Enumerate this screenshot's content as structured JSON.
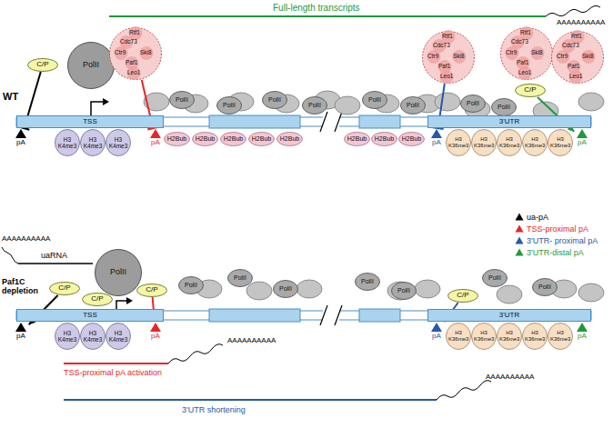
{
  "diagram": {
    "nodes": [
      {
        "text": [
          "C/P"
        ]
      },
      {
        "text": [
          "PolII"
        ]
      },
      {
        "text": [
          "Rtf1",
          "Cdc73",
          "Ctr9",
          "Ski8",
          "Paf1",
          "Leo1"
        ]
      },
      {
        "text": [
          "Rtf1",
          "Cdc73",
          "Ctr9",
          "Ski8",
          "Paf1",
          "Leo1"
        ]
      },
      {
        "text": [
          "Rtf1",
          "Cdc73",
          "Ctr9",
          "Ski8",
          "Paf1",
          "Leo1"
        ]
      },
      {
        "text": [
          "Rtf1",
          "Cdc73",
          "Ctr9",
          "Ski8",
          "Paf1",
          "Leo1"
        ]
      },
      {
        "text": [
          "C/P"
        ]
      },
      {
        "text": [
          "PolII"
        ]
      },
      {
        "text": [
          "PolII"
        ]
      },
      {
        "text": [
          "PolII"
        ]
      },
      {
        "text": [
          "PolII"
        ]
      },
      {
        "text": [
          "PolII"
        ]
      },
      {
        "text": [
          "PolII"
        ]
      },
      {
        "text": [
          "PolII"
        ]
      },
      {
        "text": [
          "PolII"
        ]
      },
      {
        "text": [
          "TSS"
        ]
      },
      {
        "text": [
          "3'UTR"
        ]
      },
      {
        "text": [
          "pA"
        ]
      },
      {
        "text": [
          "H3 K4me3"
        ]
      },
      {
        "text": [
          "H3 K4me3"
        ]
      },
      {
        "text": [
          "H3 K4me3"
        ]
      },
      {
        "text": [
          "pA"
        ]
      },
      {
        "text": [
          "H2Bub"
        ]
      },
      {
        "text": [
          "H2Bub"
        ]
      },
      {
        "text": [
          "H2Bub"
        ]
      },
      {
        "text": [
          "H2Bub"
        ]
      },
      {
        "text": [
          "H2Bub"
        ]
      },
      {
        "text": [
          "H2Bub"
        ]
      },
      {
        "text": [
          "H2Bub"
        ]
      },
      {
        "text": [
          "H2Bub"
        ]
      },
      {
        "text": [
          "pA"
        ]
      },
      {
        "text": [
          "H3 K36me3"
        ]
      },
      {
        "text": [
          "H3 K36me3"
        ]
      },
      {
        "text": [
          "H3 K36me3"
        ]
      },
      {
        "text": [
          "H3 K36me3"
        ]
      },
      {
        "text": [
          "H3 K36me3"
        ]
      },
      {
        "text": [
          "pA"
        ]
      },
      {
        "text": [
          "PolII"
        ]
      },
      {
        "text": [
          "C/P"
        ]
      },
      {
        "text": [
          "C/P"
        ]
      },
      {
        "text": [
          "C/P"
        ]
      },
      {
        "text": [
          "PolII"
        ]
      },
      {
        "text": [
          "PolII"
        ]
      },
      {
        "text": [
          "PolII"
        ]
      },
      {
        "text": [
          "PolII"
        ]
      },
      {
        "text": [
          "PolII"
        ]
      },
      {
        "text": [
          "PolII"
        ]
      },
      {
        "text": [
          "PolII"
        ]
      },
      {
        "text": [
          "C/P"
        ]
      },
      {
        "text": [
          "TSS"
        ]
      },
      {
        "text": [
          "3'UTR"
        ]
      },
      {
        "text": [
          "pA"
        ]
      },
      {
        "text": [
          "H3 K4me3"
        ]
      },
      {
        "text": [
          "H3 K4me3"
        ]
      },
      {
        "text": [
          "H3 K4me3"
        ]
      },
      {
        "text": [
          "pA"
        ]
      },
      {
        "text": [
          "pA"
        ]
      },
      {
        "text": [
          "H3 K36me3"
        ]
      },
      {
        "text": [
          "H3 K36me3"
        ]
      },
      {
        "text": [
          "H3 K36me3"
        ]
      },
      {
        "text": [
          "H3 K36me3"
        ]
      },
      {
        "text": [
          "H3 K36me3"
        ]
      },
      {
        "text": [
          "pA"
        ]
      }
    ],
    "edges": [
      {
        "from": 0,
        "to": 17,
        "arrow": "none"
      },
      {
        "from": 2,
        "to": 21,
        "arrow": "none"
      },
      {
        "from": 3,
        "to": 30,
        "arrow": "none"
      },
      {
        "from": 6,
        "to": 36,
        "arrow": "to"
      },
      {
        "from": 38,
        "to": 51,
        "arrow": "to"
      },
      {
        "from": 40,
        "to": 55,
        "arrow": "to"
      },
      {
        "from": 48,
        "to": 56,
        "arrow": "to"
      }
    ],
    "labels": [
      "Full-length transcripts",
      "AAAAAAAAAA",
      "WT",
      "Paf1C depletion",
      "AAAAAAAAAA",
      "uaRNA",
      "TSS-proximal pA activation",
      "AAAAAAAAAA",
      "3'UTR shortening",
      "AAAAAAAAAA"
    ],
    "legend": [
      {
        "text": "ua-pA",
        "color": "#000000"
      },
      {
        "text": "TSS-proximal pA",
        "color": "#e8262a"
      },
      {
        "text": "3'UTR- proximal pA",
        "color": "#2659a8"
      },
      {
        "text": "3'UTR-distal pA",
        "color": "#1f9a3a"
      }
    ]
  }
}
